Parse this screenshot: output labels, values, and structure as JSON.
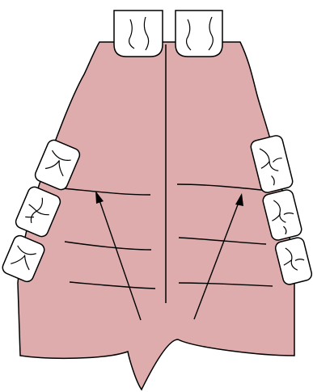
{
  "colors": {
    "background": "#ffffff",
    "palate": "#deacac",
    "tooth": "#ffffff",
    "outline": "#000000"
  },
  "icons": {
    "incisors": "incisor-tooth-icon",
    "cheek_teeth": "molar-tooth-icon",
    "arrows": "growth-direction-arrow-icon"
  },
  "teeth": {
    "incisors_count": 2,
    "left_cheek_teeth_count": 3,
    "right_cheek_teeth_count": 3
  },
  "palatal_ridges": {
    "left_count": 3,
    "right_count": 3
  },
  "arrows_count": 2
}
